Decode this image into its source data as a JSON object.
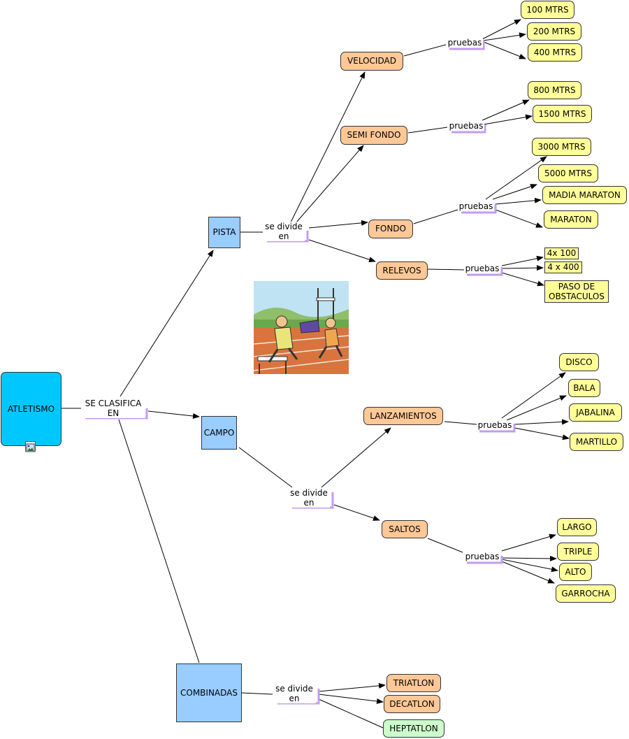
{
  "root": {
    "label": "ATLETISMO"
  },
  "root_link": "SE CLASIFICA EN",
  "categories": {
    "pista": "PISTA",
    "campo": "CAMPO",
    "combinadas": "COMBINADAS"
  },
  "divide_label": "se divide en",
  "pruebas_label": "pruebas",
  "pista_subs": {
    "velocidad": "VELOCIDAD",
    "semi_fondo": "SEMI FONDO",
    "fondo": "FONDO",
    "relevos": "RELEVOS"
  },
  "velocidad_pruebas": [
    "100 MTRS",
    "200 MTRS",
    "400 MTRS"
  ],
  "semi_fondo_pruebas": [
    "800 MTRS",
    "1500 MTRS"
  ],
  "fondo_pruebas": [
    "3000 MTRS",
    "5000 MTRS",
    "MADIA MARATON",
    "MARATON"
  ],
  "relevos_pruebas": [
    "4x 100",
    "4 x 400",
    "PASO DE OBSTACULOS"
  ],
  "campo_subs": {
    "lanzamientos": "LANZAMIENTOS",
    "saltos": "SALTOS"
  },
  "lanzamientos_pruebas": [
    "DISCO",
    "BALA",
    "JABALINA",
    "MARTILLO"
  ],
  "saltos_pruebas": [
    "LARGO",
    "TRIPLE",
    "ALTO",
    "GARROCHA"
  ],
  "combinadas_subs": [
    "TRIATLON",
    "DECATLON",
    "HEPTATLON"
  ],
  "colors": {
    "root": "#00c8ff",
    "category": "#99ccff",
    "subcategory": "#ffc896",
    "leaf": "#ffff99",
    "heptatlon": "#ccffcc",
    "phrase_bracket": "#c39bf2"
  },
  "icons": [
    "image-icon",
    "hurdles-illustration"
  ]
}
